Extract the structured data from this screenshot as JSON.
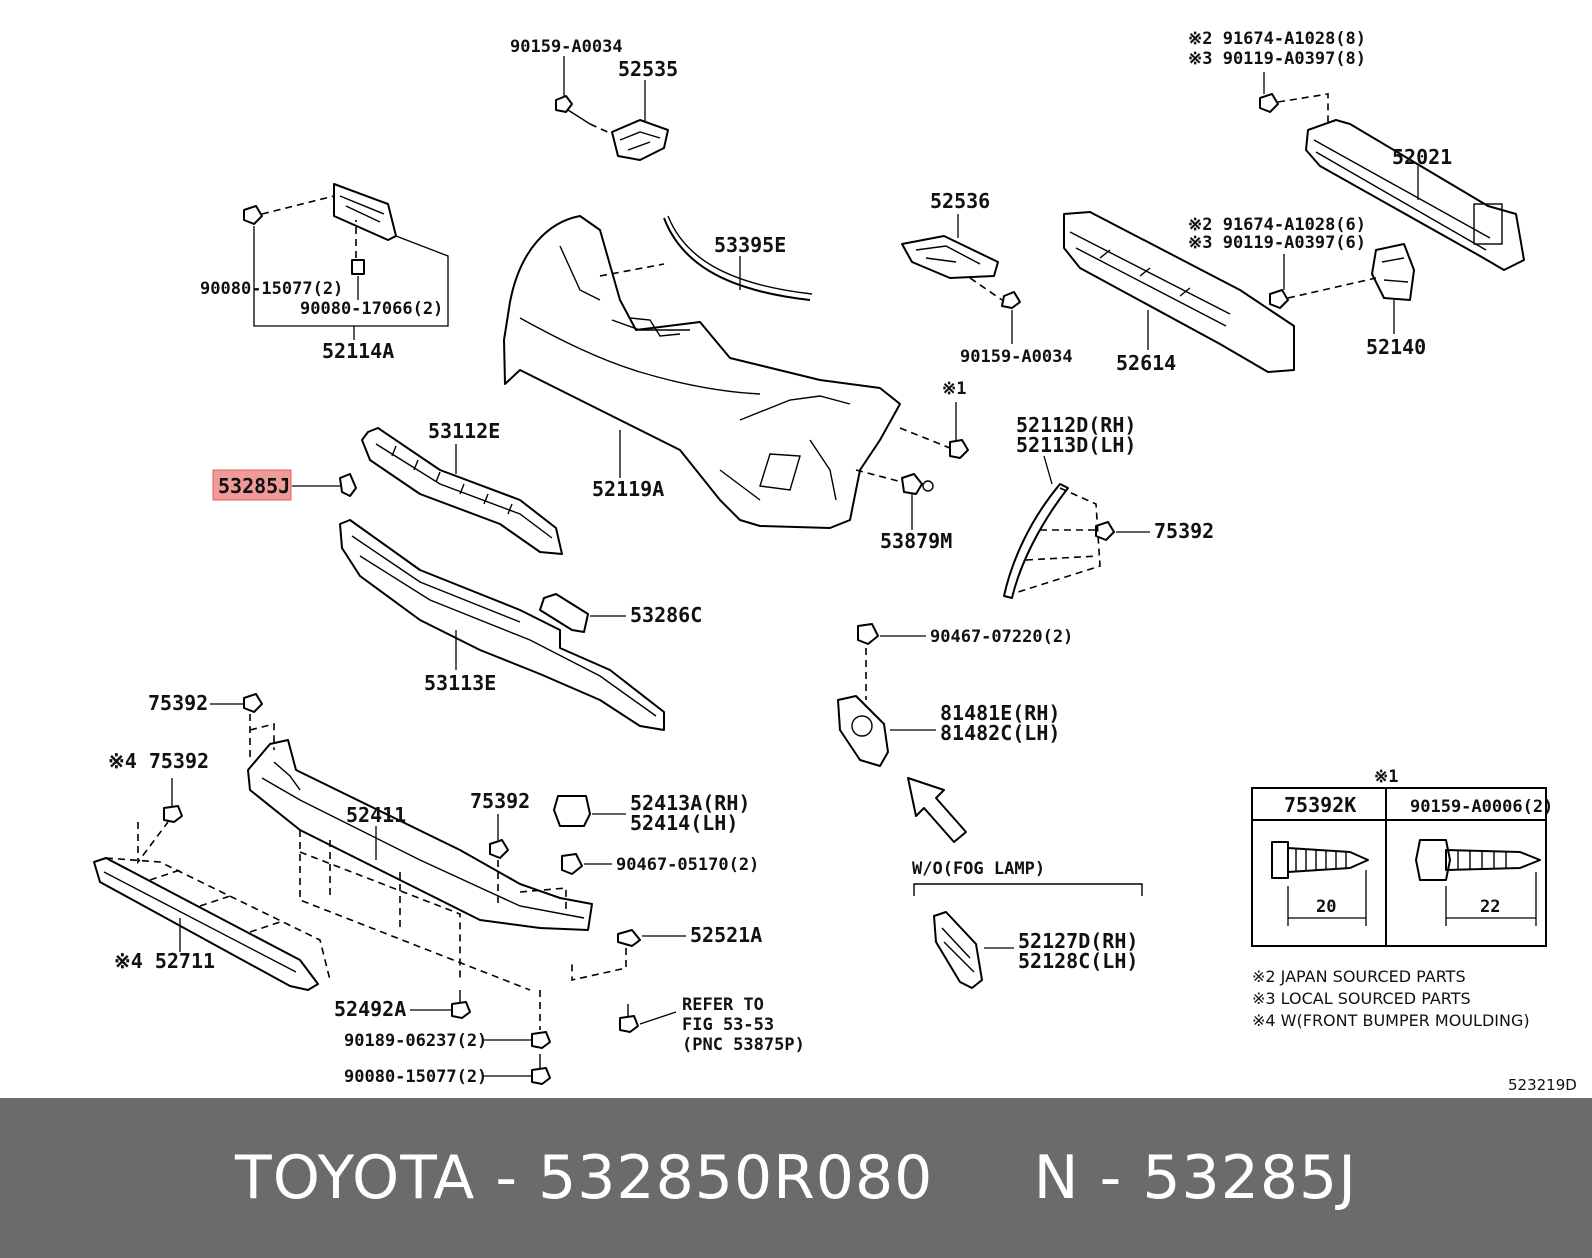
{
  "diagram": {
    "labels": {
      "l90159_a0034_top": "90159-A0034",
      "l52535": "52535",
      "l90080_15077": "90080-15077(2)",
      "l90080_17066": "90080-17066(2)",
      "l52114a": "52114A",
      "l53395e": "53395E",
      "l52536": "52536",
      "l90159_a0034_mid": "90159-A0034",
      "l52021": "52021",
      "l52614": "52614",
      "l52140": "52140",
      "note2_top": "※2 91674-A1028(8)",
      "note3_top": "※3 90119-A0397(8)",
      "note2_mid": "※2 91674-A1028(6)",
      "note3_mid": "※3 90119-A0397(6)",
      "mark1_mid": "※1",
      "l52112d": "52112D(RH)",
      "l52113d": "52113D(LH)",
      "l53112e": "53112E",
      "l53285j": "53285J",
      "l52119a": "52119A",
      "l53879m": "53879M",
      "l75392_r": "75392",
      "l53286c": "53286C",
      "l53113e": "53113E",
      "l90467_07220": "90467-07220(2)",
      "l81481e": "81481E(RH)",
      "l81482c": "81482C(LH)",
      "l75392_l": "75392",
      "l75392_s4": "※4 75392",
      "l52411": "52411",
      "l75392_c": "75392",
      "l52413a": "52413A(RH)",
      "l52414": "52414(LH)",
      "l90467_05170": "90467-05170(2)",
      "l52521a": "52521A",
      "l52711": "※4 52711",
      "l52492a": "52492A",
      "l90189_06237": "90189-06237(2)",
      "l90080_15077b": "90080-15077(2)",
      "refer1": "REFER TO",
      "refer2": "FIG 53-53",
      "refer3": "(PNC 53875P)",
      "wo_fog": "W/O(FOG LAMP)",
      "l52127d": "52127D(RH)",
      "l52128c": "52128C(LH)",
      "table_mark": "※1",
      "table_h1": "75392K",
      "table_h2": "90159-A0006(2)",
      "table_d1": "20",
      "table_d2": "22",
      "legend2": "※2 JAPAN SOURCED PARTS",
      "legend3": "※3 LOCAL SOURCED PARTS",
      "legend4": "※4 W(FRONT BUMPER MOULDING)",
      "fig_id": "523219D"
    },
    "highlight_color": "#f19a9a"
  },
  "footer": {
    "text": "TOYOTA - 532850R080     N - 53285J",
    "background": "#6b6b6b"
  }
}
